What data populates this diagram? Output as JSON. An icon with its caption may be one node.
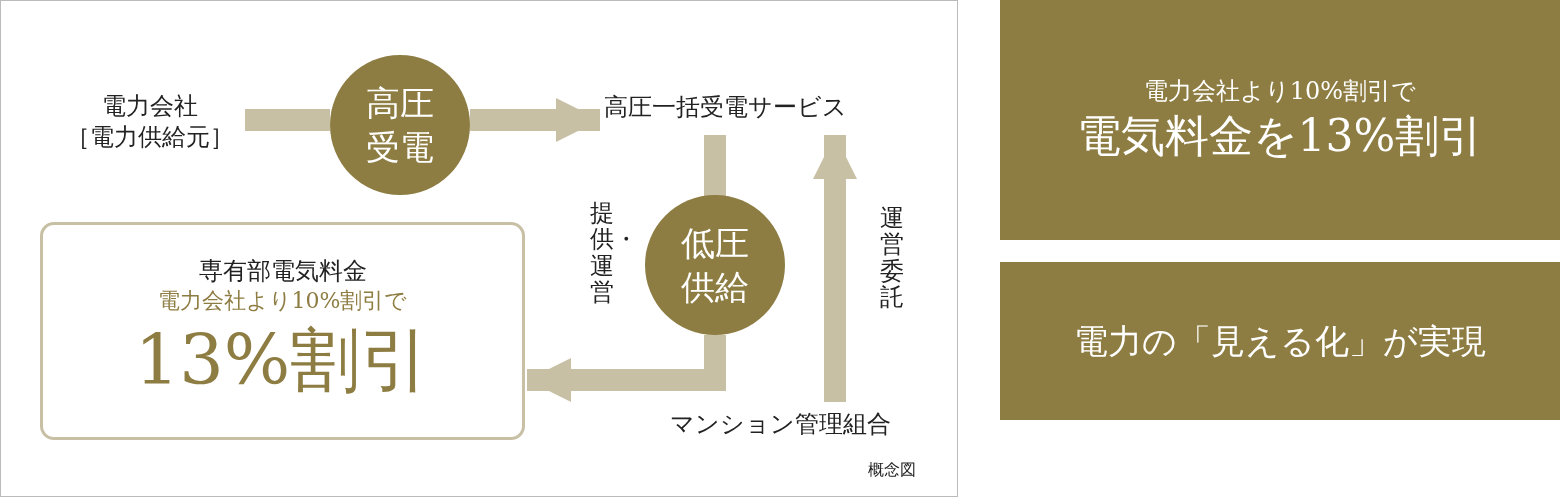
{
  "diagram": {
    "nodes": [
      {
        "text": [
          "電力会社",
          "［電力供給元］"
        ]
      },
      {
        "text": [
          "高圧受電"
        ]
      },
      {
        "text": [
          "高圧一括受電サービス"
        ]
      },
      {
        "text": [
          "低圧供給"
        ]
      },
      {
        "text": [
          "専有部電気料金",
          "電力会社より10%割引で",
          "13%割引"
        ]
      },
      {
        "text": [
          "マンション管理組合"
        ]
      },
      {
        "text": [
          "電力会社より10%割引で",
          "電気料金を13%割引"
        ]
      },
      {
        "text": [
          "電力の「見える化」が実現"
        ]
      }
    ],
    "edges": [
      {
        "from": 0,
        "to": 1,
        "arrow": "none"
      },
      {
        "from": 1,
        "to": 2,
        "arrow": "to"
      },
      {
        "from": 2,
        "to": 3,
        "arrow": "none"
      },
      {
        "from": 3,
        "to": 4,
        "arrow": "to"
      },
      {
        "from": 5,
        "to": 2,
        "arrow": "to"
      }
    ],
    "labels": [
      "提供・運営",
      "運営委託",
      "概念図"
    ]
  }
}
